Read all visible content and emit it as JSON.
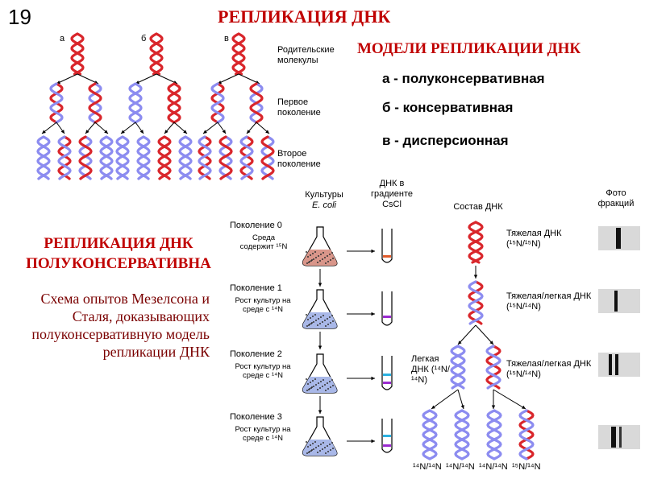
{
  "slide_number": "19",
  "title": "РЕПЛИКАЦИЯ ДНК",
  "models": {
    "heading": "МОДЕЛИ РЕПЛИКАЦИИ ДНК",
    "items": [
      "а - полуконсервативная",
      "б - консервативная",
      "в - дисперсионная"
    ],
    "panel_letters": [
      "а",
      "б",
      "в"
    ],
    "row_labels": [
      "Родительские молекулы",
      "Первое поколение",
      "Второе поколение"
    ]
  },
  "side": {
    "heading_line1": "РЕПЛИКАЦИЯ  ДНК",
    "heading_line2": "ПОЛУКОНСЕРВАТИВНА",
    "description": "Схема опытов Мезелсона и Сталя, доказывающих полуконсервативную модель репликации ДНК"
  },
  "experiment": {
    "col_cultures": "Культуры",
    "col_cultures_sub": "E. coli",
    "col_gradient": "ДНК в градиенте CsCl",
    "col_composition": "Состав ДНК",
    "col_photo": "Фото фракций",
    "generations": [
      {
        "label": "Поколение 0",
        "desc": "Среда содержит ¹⁵N"
      },
      {
        "label": "Поколение 1",
        "desc": "Рост культур на среде с ¹⁴N"
      },
      {
        "label": "Поколение 2",
        "desc": "Рост культур на среде с ¹⁴N"
      },
      {
        "label": "Поколение 3",
        "desc": "Рост культур на среде с ¹⁴N"
      }
    ],
    "compositions": {
      "heavy": "Тяжелая ДНК (¹⁵N/¹⁵N)",
      "hybrid1": "Тяжелая/легкая ДНК (¹⁵N/¹⁴N)",
      "light": "Легкая ДНК (¹⁴N/¹⁴N)",
      "hybrid2": "Тяжелая/легкая ДНК (¹⁵N/¹⁴N)"
    },
    "bottom_labels": [
      "¹⁴N/¹⁴N",
      "¹⁴N/¹⁴N",
      "¹⁴N/¹⁴N",
      "¹⁵N/¹⁴N"
    ]
  },
  "colors": {
    "heavy_strand": "#d9262b",
    "light_strand": "#8c8cf0",
    "title_red": "#c00000",
    "desc_red": "#7a0000"
  }
}
